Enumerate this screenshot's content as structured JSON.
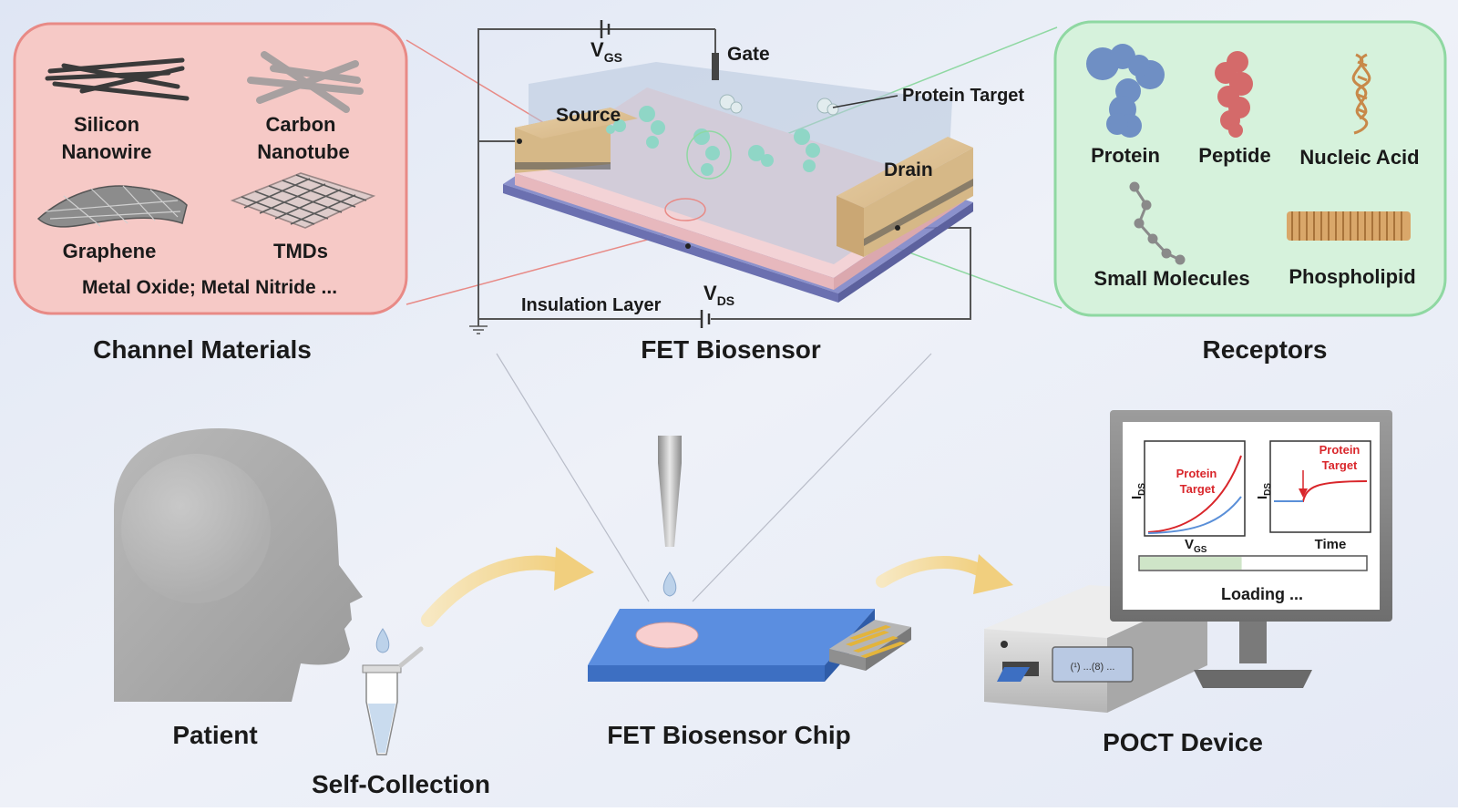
{
  "channel_materials": {
    "title": "Channel Materials",
    "items": {
      "silicon_1": "Silicon",
      "silicon_2": "Nanowire",
      "carbon_1": "Carbon",
      "carbon_2": "Nanotube",
      "graphene": "Graphene",
      "tmds": "TMDs",
      "other": "Metal Oxide; Metal Nitride ..."
    }
  },
  "fet": {
    "title": "FET Biosensor",
    "vgs_main": "V",
    "vgs_sub": "GS",
    "vds_main": "V",
    "vds_sub": "DS",
    "gate": "Gate",
    "source": "Source",
    "drain": "Drain",
    "protein_target": "Protein Target",
    "insulation": "Insulation Layer"
  },
  "receptors": {
    "title": "Receptors",
    "items": {
      "protein": "Protein",
      "peptide": "Peptide",
      "nucleic": "Nucleic Acid",
      "small": "Small Molecules",
      "phospholipid": "Phospholipid"
    }
  },
  "workflow": {
    "patient": "Patient",
    "self_collection": "Self-Collection",
    "chip": "FET Biosensor Chip",
    "poct": "POCT Device"
  },
  "monitor": {
    "plot1_ylabel_main": "I",
    "plot1_ylabel_sub": "DS",
    "plot1_xlabel_main": "V",
    "plot1_xlabel_sub": "GS",
    "plot1_annot_1": "Protein",
    "plot1_annot_2": "Target",
    "plot2_ylabel_main": "I",
    "plot2_ylabel_sub": "DS",
    "plot2_xlabel": "Time",
    "plot2_annot_1": "Protein",
    "plot2_annot_2": "Target",
    "loading": "Loading ...",
    "progress": 0.45,
    "device_display": "(¹) ...(8) ..."
  },
  "colors": {
    "channel_box_fill": "#f6c9c6",
    "channel_box_stroke": "#e88a86",
    "receptor_box_fill": "#d6f2dc",
    "receptor_box_stroke": "#8fd8a2",
    "chip_blue": "#3d6fc2",
    "arrow_yellow": "#f3d99a",
    "curve_red": "#d9262b",
    "curve_blue": "#5a8fd8"
  }
}
